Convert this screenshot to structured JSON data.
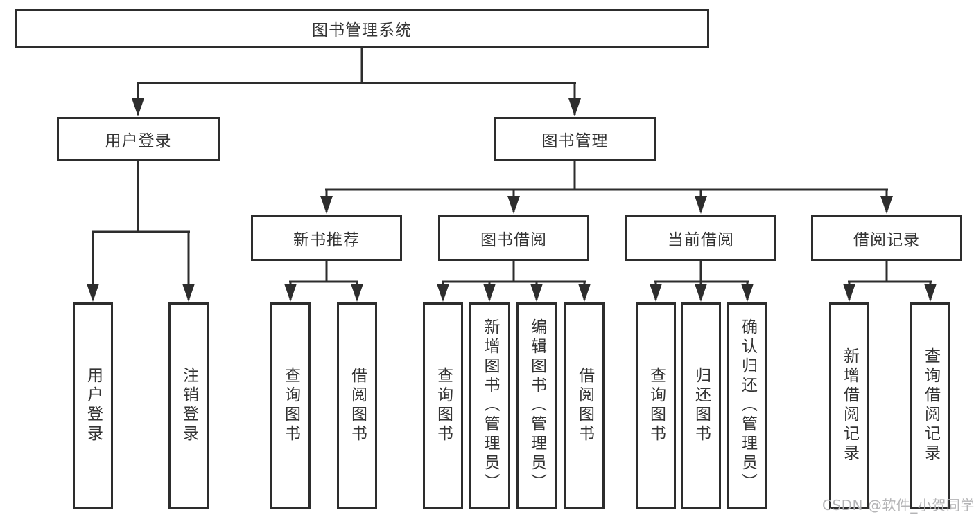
{
  "watermark": "CSDN @软件_小贺同学",
  "colors": {
    "line": "#2d2d2d",
    "border": "#2d2d2d",
    "text": "#333333",
    "background": "#ffffff",
    "watermark": "#b4b4b6"
  },
  "tree": {
    "label": "图书管理系统",
    "children": [
      {
        "label": "用户登录",
        "children": [
          {
            "label": "用户登录"
          },
          {
            "label": "注销登录"
          }
        ]
      },
      {
        "label": "图书管理",
        "children": [
          {
            "label": "新书推荐",
            "children": [
              {
                "label": "查询图书"
              },
              {
                "label": "借阅图书"
              }
            ]
          },
          {
            "label": "图书借阅",
            "children": [
              {
                "label": "查询图书"
              },
              {
                "label": "新增图书（管理员）"
              },
              {
                "label": "编辑图书（管理员）"
              },
              {
                "label": "借阅图书"
              }
            ]
          },
          {
            "label": "当前借阅",
            "children": [
              {
                "label": "查询图书"
              },
              {
                "label": "归还图书"
              },
              {
                "label": "确认归还（管理员）"
              }
            ]
          },
          {
            "label": "借阅记录",
            "children": [
              {
                "label": "新增借阅记录"
              },
              {
                "label": "查询借阅记录"
              }
            ]
          }
        ]
      }
    ]
  }
}
